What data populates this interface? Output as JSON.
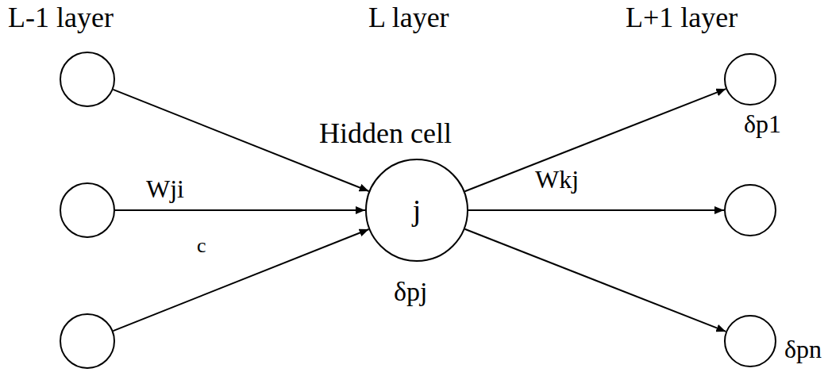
{
  "diagram": {
    "nodes": [
      {
        "text": []
      },
      {
        "text": []
      },
      {
        "text": []
      },
      {
        "text": [
          "j"
        ]
      },
      {
        "text": []
      },
      {
        "text": []
      },
      {
        "text": []
      }
    ],
    "edges": [
      {
        "from": 0,
        "to": 3,
        "arrow": "to"
      },
      {
        "from": 1,
        "to": 3,
        "label": "Wji",
        "arrow": "to"
      },
      {
        "from": 2,
        "to": 3,
        "arrow": "to"
      },
      {
        "from": 3,
        "to": 4,
        "arrow": "to"
      },
      {
        "from": 3,
        "to": 5,
        "label": "Wkj",
        "arrow": "to"
      },
      {
        "from": 3,
        "to": 6,
        "arrow": "to"
      }
    ],
    "labels": [
      "L-1 layer",
      "L layer",
      "L+1 layer",
      "Hidden cell",
      "c",
      "δpj",
      "δp1",
      "δpn"
    ]
  }
}
